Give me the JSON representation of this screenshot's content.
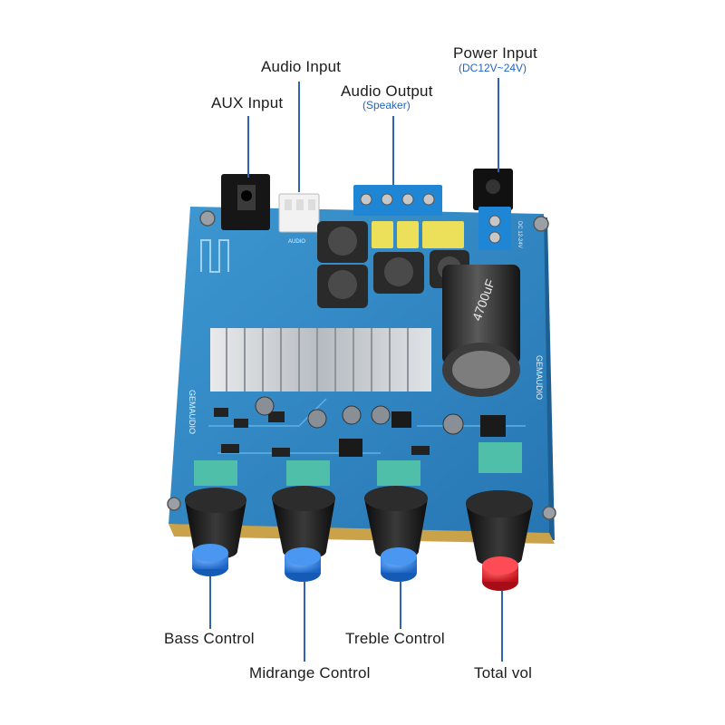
{
  "labels": {
    "aux_input": "AUX Input",
    "audio_input": "Audio Input",
    "audio_output": "Audio Output",
    "audio_output_note": "(Speaker)",
    "power_input": "Power Input",
    "power_input_note": "(DC12V~24V)",
    "bass_control": "Bass Control",
    "midrange_control": "Midrange Control",
    "treble_control": "Treble Control",
    "total_vol": "Total vol"
  },
  "board_text": {
    "brand_left": "GEMAUDIO",
    "brand_right": "GEMAUDIO",
    "capacitor": "4700uF",
    "audio_silk": "AUDIO",
    "dc_silk": "DC 12-24V"
  },
  "colors": {
    "pcb": "#2f86c4",
    "heatsink": "#c9cdd2",
    "knob_cap_blue": "#2f7fe0",
    "knob_cap_red": "#e0202c",
    "terminal_blue": "#1f86d6",
    "label_text": "#1c1c1c",
    "note_text": "#1f63c8",
    "leader_line": "#2f63b5"
  }
}
